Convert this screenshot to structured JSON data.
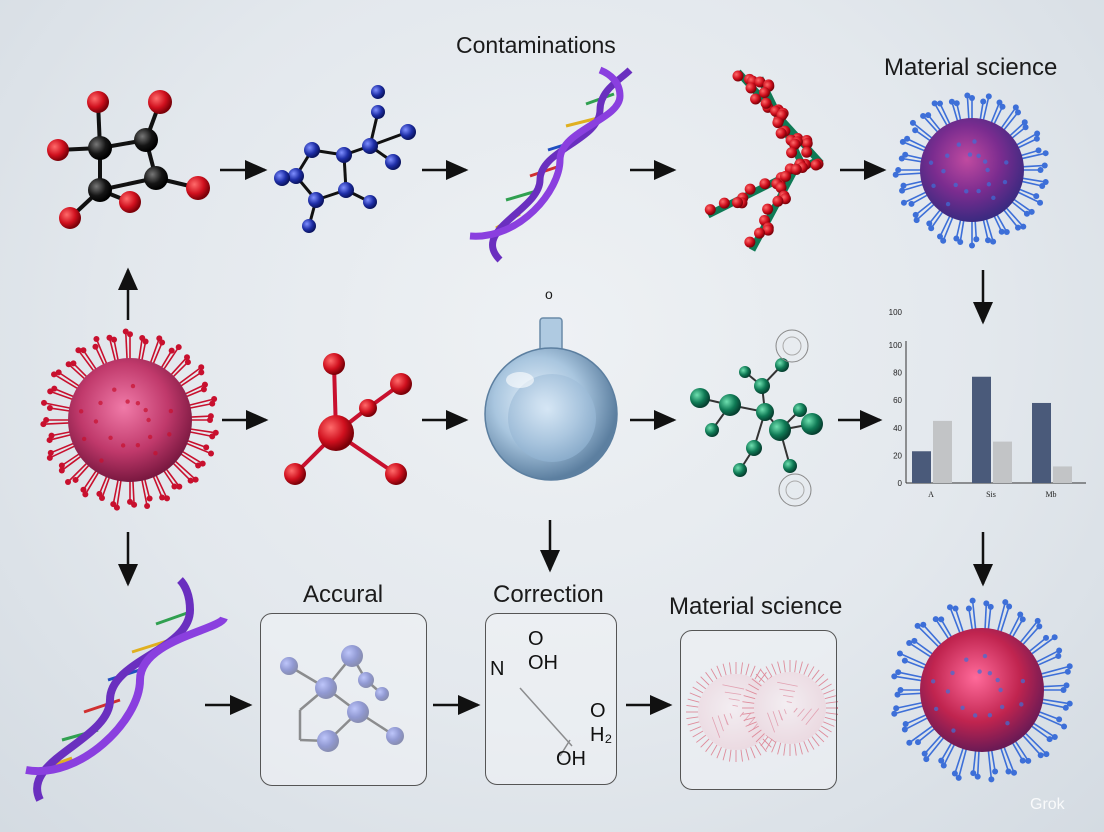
{
  "labels": {
    "contaminations": "Contaminations",
    "material_science_top": "Material science",
    "accural": "Accural",
    "correction": "Correction",
    "material_science_bottom": "Material science",
    "flask_top_o": "o"
  },
  "correction_formula": {
    "o_top": "O",
    "oh_top": "OH",
    "n": "N",
    "o_right": "O",
    "h2": "H₂",
    "oh_bottom": "OH"
  },
  "watermark": "Grok",
  "chart_data": {
    "type": "bar",
    "categories": [
      "A",
      "Sis",
      "Mb"
    ],
    "series": [
      {
        "values": [
          23,
          77,
          58
        ],
        "color": "#4a5a7a"
      },
      {
        "values": [
          45,
          30,
          12
        ],
        "color": "#c2c4c6"
      }
    ],
    "ylim": [
      0,
      100
    ],
    "yticks": [
      0,
      20,
      40,
      60,
      80,
      100,
      100
    ],
    "yticklabels": [
      "0",
      "20",
      "40",
      "60",
      "80",
      "100",
      "100"
    ],
    "grid": false
  },
  "colors": {
    "red": "#c8102e",
    "blue": "#1f3aa8",
    "purple": "#6a2fbf",
    "green": "#0f7a55",
    "pink": "#c0396b"
  }
}
